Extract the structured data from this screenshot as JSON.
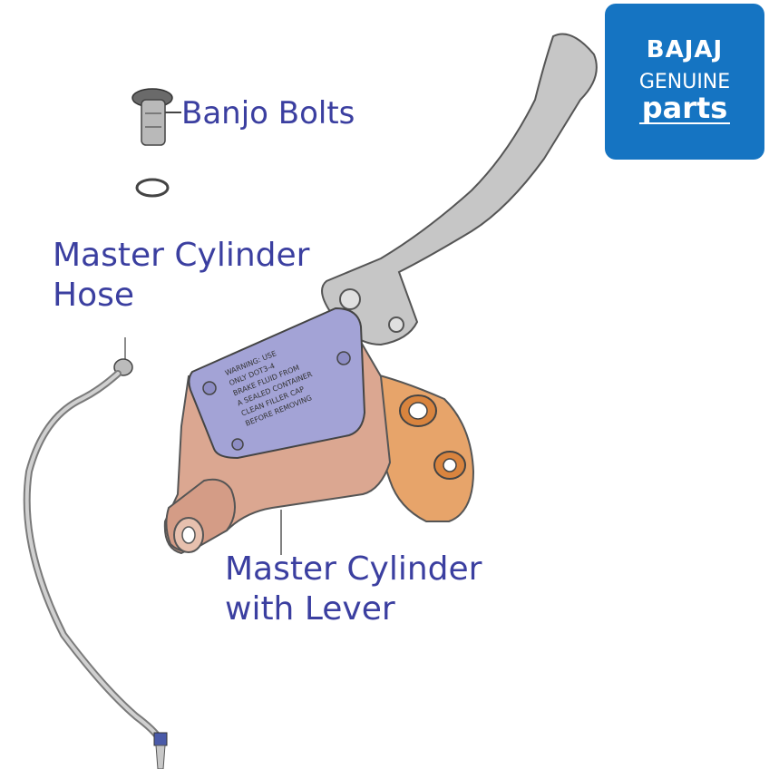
{
  "labels": {
    "banjo_bolts": "Banjo Bolts",
    "hose_line1": "Master Cylinder",
    "hose_line2": "Hose",
    "mc_line1": "Master Cylinder",
    "mc_line2": "with Lever"
  },
  "logo": {
    "brand": "BAJAJ",
    "genuine": "GENUINE",
    "parts": "parts"
  },
  "colors": {
    "label_text": "#3b3fa0",
    "logo_bg": "#1574c2",
    "lever": "#c8c8c8",
    "cylinder_body": "#d9a891",
    "reservoir_cap": "#9c9dd4",
    "clamp": "#f0a460",
    "hose": "#a0a0a0"
  },
  "cap_text": [
    "WARNING: USE",
    "ONLY DOT3-4",
    "BRAKE FLUID FROM",
    "A SEALED CONTAINER",
    "CLEAN FILLER CAP",
    "BEFORE REMOVING"
  ]
}
